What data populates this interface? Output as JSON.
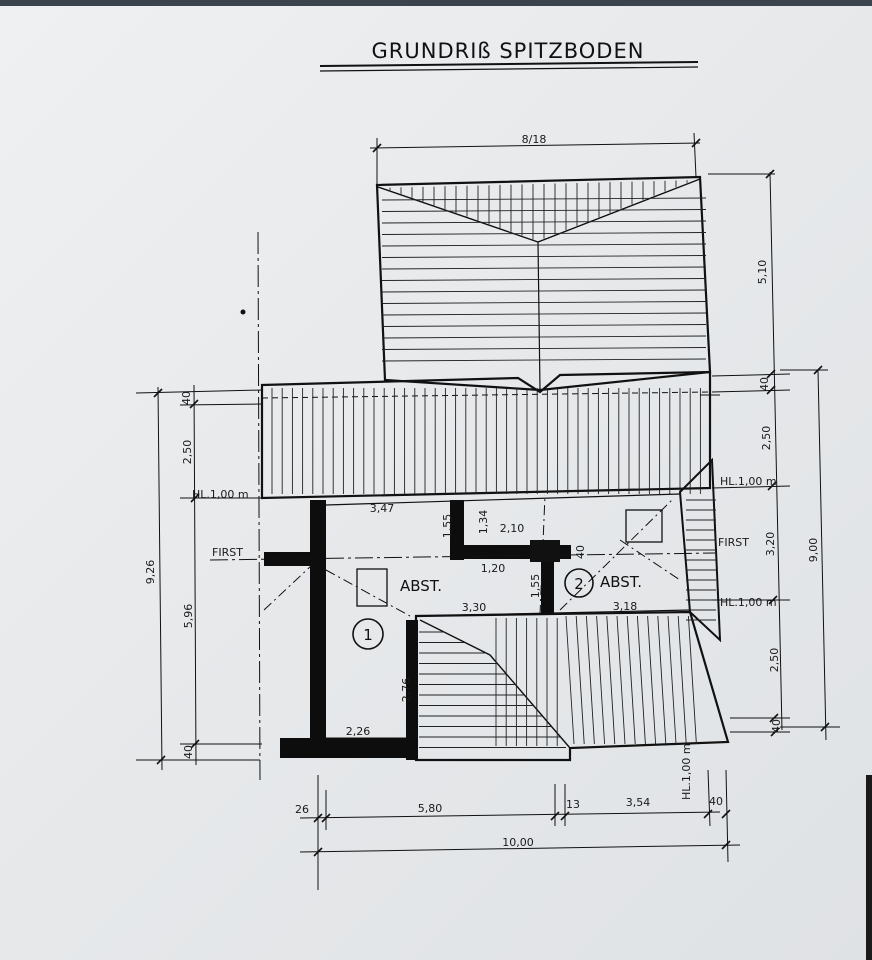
{
  "title": "GRUNDRIß SPITZBODEN",
  "labels": {
    "abst_left": "ABST.",
    "abst_right": "ABST.",
    "first_left": "FIRST",
    "first_right": "FIRST",
    "room_1": "1",
    "room_2": "2",
    "hl_top_left": "HL.1,00 m",
    "hl_top_right": "HL.1,00 m",
    "hl_mid_right": "HL.1,00 m",
    "hl_bottom": "HL.1,00 m"
  },
  "dimensions": {
    "top_width": "8/18",
    "right_510": "5,10",
    "right_40a": "40",
    "right_250a": "2,50",
    "right_320": "3,20",
    "right_250b": "2,50",
    "right_40b": "40",
    "right_total": "9,00",
    "left_40a": "40",
    "left_250": "2,50",
    "left_596": "5,96",
    "left_40b": "40",
    "left_total": "9,26",
    "inner_347": "3,47",
    "inner_155a": "1,55",
    "inner_134": "1,34",
    "inner_210": "2,10",
    "inner_40": "40",
    "inner_120": "1,20",
    "inner_155b": "1,55",
    "inner_330": "3,30",
    "inner_318": "3,18",
    "inner_276": "2,76",
    "inner_226": "2,26",
    "bottom_26": "26",
    "bottom_580": "5,80",
    "bottom_13": "13",
    "bottom_354": "3,54",
    "bottom_40": "40",
    "bottom_total": "10,00"
  }
}
